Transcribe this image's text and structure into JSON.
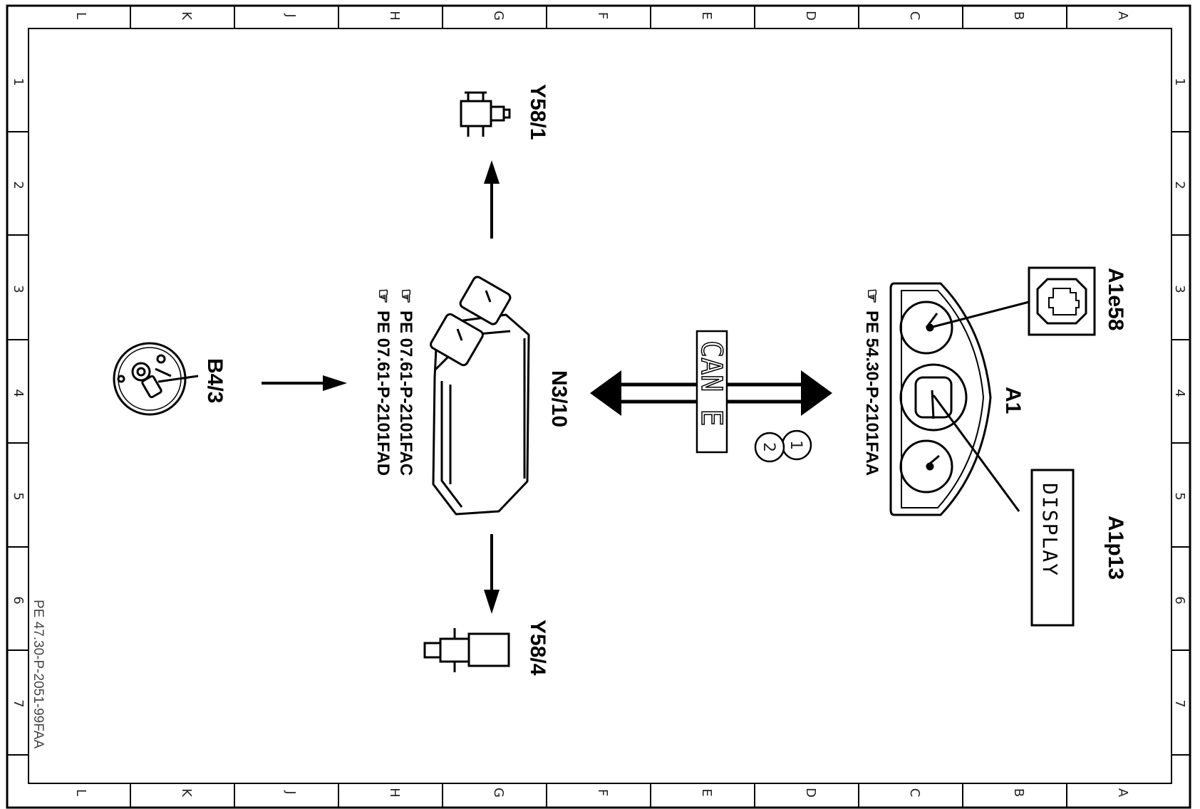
{
  "frame": {
    "columns": [
      "A",
      "B",
      "C",
      "D",
      "E",
      "F",
      "G",
      "H",
      "J",
      "K",
      "L"
    ],
    "rows": [
      "1",
      "2",
      "3",
      "4",
      "5",
      "6",
      "7"
    ],
    "doc_reference": "PE 47.30-P-2051-99FAA"
  },
  "components": {
    "y58_1": "Y58/1",
    "y58_4": "Y58/4",
    "b4_3": "B4/3",
    "n3_10": "N3/10",
    "a1": "A1",
    "a1e58": "A1e58",
    "a1p13": "A1p13",
    "display_text": "DISPLAY"
  },
  "bus": {
    "label": "CAN E",
    "markers": [
      "1",
      "2"
    ]
  },
  "references": {
    "ecu_ref_1": "PE 07.61-P-2101FAC",
    "ecu_ref_2": "PE 07.61-P-2101FAD",
    "cluster_ref": "PE 54.30-P-2101FAA"
  },
  "icons": {
    "ref_pointer": "pointing-hand-icon"
  }
}
